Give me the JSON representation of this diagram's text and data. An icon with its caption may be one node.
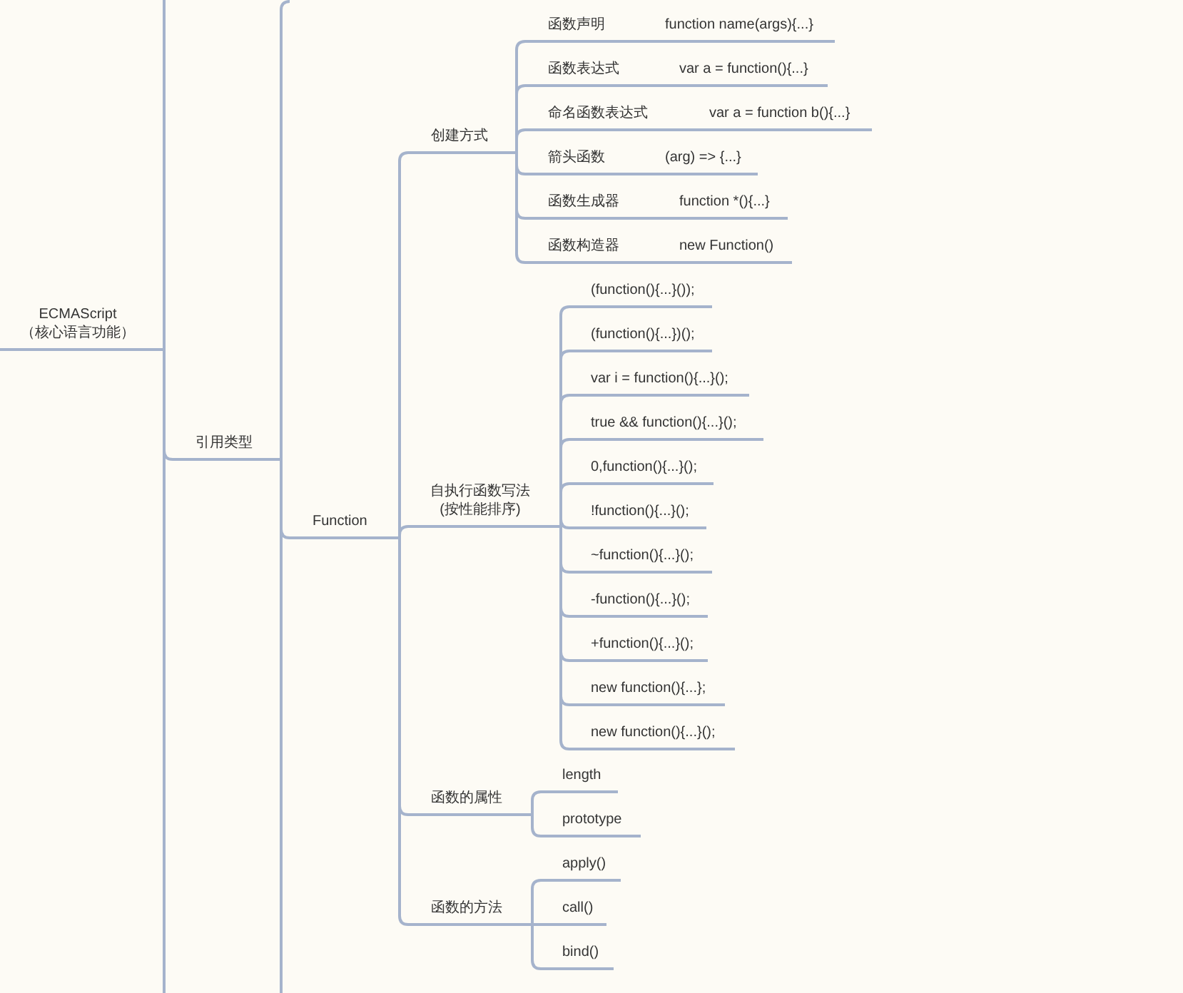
{
  "diagram": {
    "nodes": [
      {
        "text": [
          "ECMAScript",
          "（核心语言功能）"
        ]
      },
      {
        "text": [
          "引用类型"
        ]
      },
      {
        "text": [
          "Function"
        ]
      },
      {
        "text": [
          "创建方式"
        ]
      },
      {
        "text": [
          "函数声明",
          "function name(args){...}"
        ]
      },
      {
        "text": [
          "函数表达式",
          "var a = function(){...}"
        ]
      },
      {
        "text": [
          "命名函数表达式",
          "var a = function b(){...}"
        ]
      },
      {
        "text": [
          "箭头函数",
          "(arg) => {...}"
        ]
      },
      {
        "text": [
          "函数生成器",
          "function *(){...}"
        ]
      },
      {
        "text": [
          "函数构造器",
          "new Function()"
        ]
      },
      {
        "text": [
          "自执行函数写法",
          "(按性能排序)"
        ]
      },
      {
        "text": [
          "(function(){...}());"
        ]
      },
      {
        "text": [
          "(function(){...})();"
        ]
      },
      {
        "text": [
          "var i = function(){...}();"
        ]
      },
      {
        "text": [
          "true && function(){...}();"
        ]
      },
      {
        "text": [
          "0,function(){...}();"
        ]
      },
      {
        "text": [
          "!function(){...}();"
        ]
      },
      {
        "text": [
          "~function(){...}();"
        ]
      },
      {
        "text": [
          "-function(){...}();"
        ]
      },
      {
        "text": [
          "+function(){...}();"
        ]
      },
      {
        "text": [
          "new function(){...};"
        ]
      },
      {
        "text": [
          "new function(){...}();"
        ]
      },
      {
        "text": [
          "函数的属性"
        ]
      },
      {
        "text": [
          "length"
        ]
      },
      {
        "text": [
          "prototype"
        ]
      },
      {
        "text": [
          "函数的方法"
        ]
      },
      {
        "text": [
          "apply()"
        ]
      },
      {
        "text": [
          "call()"
        ]
      },
      {
        "text": [
          "bind()"
        ]
      }
    ],
    "edges": [
      {
        "from": 0,
        "to": 1,
        "arrow": "none"
      },
      {
        "from": 1,
        "to": 2,
        "arrow": "none"
      },
      {
        "from": 2,
        "to": 3,
        "arrow": "none"
      },
      {
        "from": 3,
        "to": 4,
        "arrow": "none"
      },
      {
        "from": 3,
        "to": 5,
        "arrow": "none"
      },
      {
        "from": 3,
        "to": 6,
        "arrow": "none"
      },
      {
        "from": 3,
        "to": 7,
        "arrow": "none"
      },
      {
        "from": 3,
        "to": 8,
        "arrow": "none"
      },
      {
        "from": 3,
        "to": 9,
        "arrow": "none"
      },
      {
        "from": 2,
        "to": 10,
        "arrow": "none"
      },
      {
        "from": 10,
        "to": 11,
        "arrow": "none"
      },
      {
        "from": 10,
        "to": 12,
        "arrow": "none"
      },
      {
        "from": 10,
        "to": 13,
        "arrow": "none"
      },
      {
        "from": 10,
        "to": 14,
        "arrow": "none"
      },
      {
        "from": 10,
        "to": 15,
        "arrow": "none"
      },
      {
        "from": 10,
        "to": 16,
        "arrow": "none"
      },
      {
        "from": 10,
        "to": 17,
        "arrow": "none"
      },
      {
        "from": 10,
        "to": 18,
        "arrow": "none"
      },
      {
        "from": 10,
        "to": 19,
        "arrow": "none"
      },
      {
        "from": 10,
        "to": 20,
        "arrow": "none"
      },
      {
        "from": 10,
        "to": 21,
        "arrow": "none"
      },
      {
        "from": 2,
        "to": 22,
        "arrow": "none"
      },
      {
        "from": 22,
        "to": 23,
        "arrow": "none"
      },
      {
        "from": 22,
        "to": 24,
        "arrow": "none"
      },
      {
        "from": 2,
        "to": 25,
        "arrow": "none"
      },
      {
        "from": 25,
        "to": 26,
        "arrow": "none"
      },
      {
        "from": 25,
        "to": 27,
        "arrow": "none"
      },
      {
        "from": 25,
        "to": 28,
        "arrow": "none"
      },
      {
        "from": 0,
        "to": null,
        "arrow": "none"
      },
      {
        "from": 0,
        "to": null,
        "arrow": "none"
      },
      {
        "from": 1,
        "to": null,
        "arrow": "none"
      },
      {
        "from": 1,
        "to": null,
        "arrow": "none"
      }
    ]
  }
}
